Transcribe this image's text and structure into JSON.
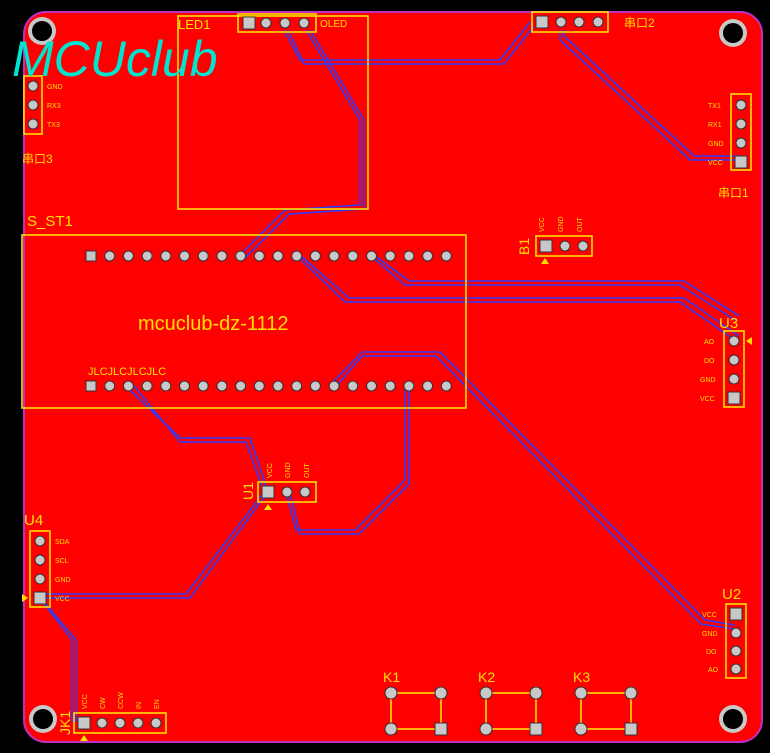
{
  "colors": {
    "board": "#ff0000",
    "outline": "#c030c0",
    "silk": "#ffe000",
    "trace": "#2b3dff",
    "logo": "#00e5d0",
    "pad": "#c8c8c8",
    "pad_ring": "#ffe000"
  },
  "logo": "MCUclub",
  "board_title": "mcuclub-dz-1112",
  "labels": {
    "led1": "LED1",
    "oled": "OLED",
    "s_st1": "S_ST1",
    "b1": "B1",
    "u1": "U1",
    "u2": "U2",
    "u3": "U3",
    "u4": "U4",
    "jk1": "JK1",
    "k1": "K1",
    "k2": "K2",
    "k3": "K3",
    "uart2": "串口2",
    "uart3": "串口3",
    "uart1": "串口1",
    "jlc": "JLCJLCJLCJLC"
  },
  "pins": {
    "b1": [
      "VCC",
      "GND",
      "OUT"
    ],
    "u1": [
      "VCC",
      "GND",
      "OUT"
    ],
    "u2": [
      "VCC",
      "GND",
      "DO",
      "AO"
    ],
    "u3": [
      "AO",
      "DO",
      "GND",
      "VCC"
    ],
    "u4": [
      "SDA",
      "SCL",
      "GND",
      "VCC"
    ],
    "uart1": [
      "TX1",
      "RX1",
      "GND",
      "VCC"
    ],
    "uart3": [
      "GND",
      "RX3",
      "TX3"
    ],
    "jk1": [
      "VCC",
      "CW",
      "CCW",
      "IN",
      "EN"
    ]
  }
}
